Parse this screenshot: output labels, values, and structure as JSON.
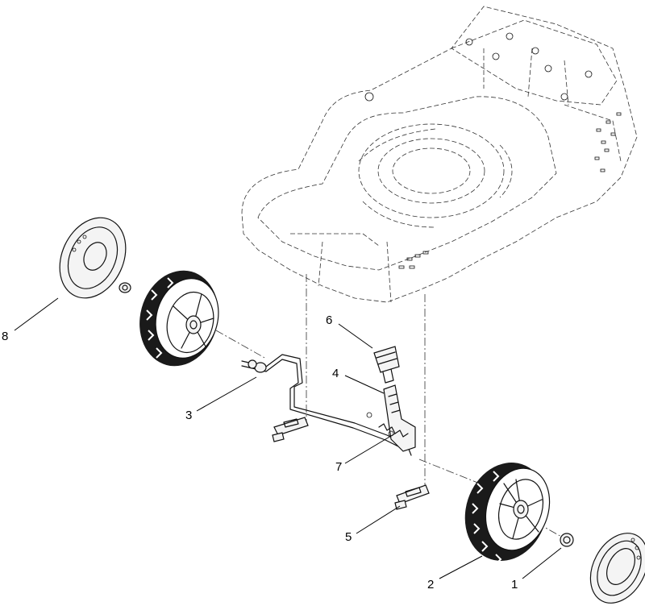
{
  "diagram": {
    "callouts": [
      {
        "id": "1",
        "label": "1",
        "part": "hub-nut"
      },
      {
        "id": "2",
        "label": "2",
        "part": "front-right-wheel"
      },
      {
        "id": "3",
        "label": "3",
        "part": "axle-assembly"
      },
      {
        "id": "4",
        "label": "4",
        "part": "height-adjust-bracket"
      },
      {
        "id": "5",
        "label": "5",
        "part": "mounting-clip-front"
      },
      {
        "id": "6",
        "label": "6",
        "part": "height-adjust-knob"
      },
      {
        "id": "7",
        "label": "7",
        "part": "axle-spring"
      },
      {
        "id": "8",
        "label": "8",
        "part": "hub-cap"
      }
    ],
    "colors": {
      "line": "#111111",
      "background": "#ffffff"
    }
  }
}
